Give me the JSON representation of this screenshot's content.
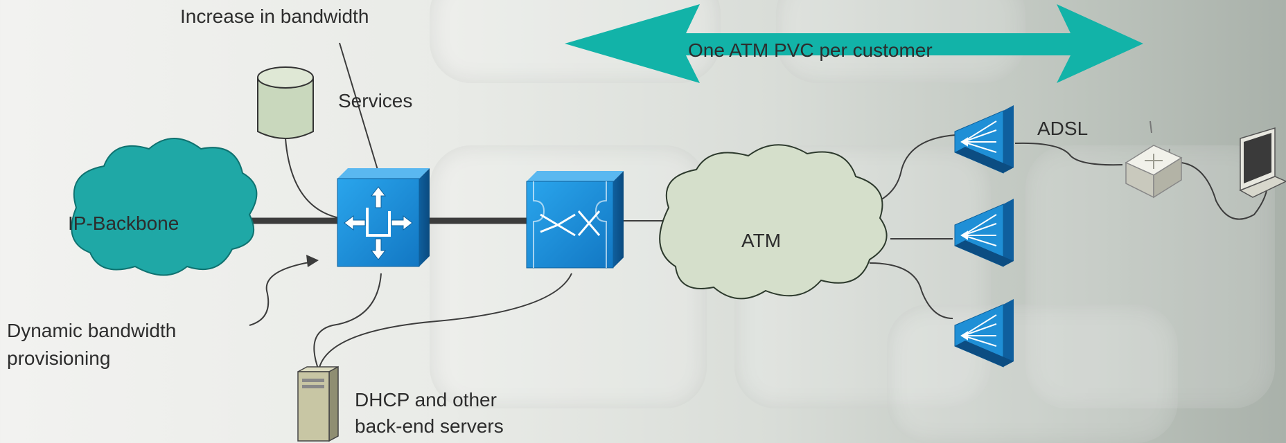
{
  "labels": {
    "increase_bandwidth": "Increase in bandwidth",
    "services": "Services",
    "ip_backbone": "IP-Backbone",
    "atm": "ATM",
    "adsl": "ADSL",
    "one_atm_pvc": "One ATM PVC per customer",
    "dynamic_line1": "Dynamic bandwidth",
    "dynamic_line2": "provisioning",
    "dhcp_line1": "DHCP and other",
    "dhcp_line2": "back-end servers"
  },
  "colors": {
    "cloud_teal": "#1fa8a6",
    "cloud_pale": "#d5dfcb",
    "device_blue": "#1f8fd6",
    "arrow_teal": "#12b3a8",
    "link_dark": "#3c3c3c",
    "database": "#c9d8bd",
    "server": "#c8c6a4"
  },
  "icons": [
    "database-icon",
    "router-icon",
    "atm-switch-icon",
    "dslam-icon",
    "modem-icon",
    "laptop-icon",
    "server-icon"
  ]
}
